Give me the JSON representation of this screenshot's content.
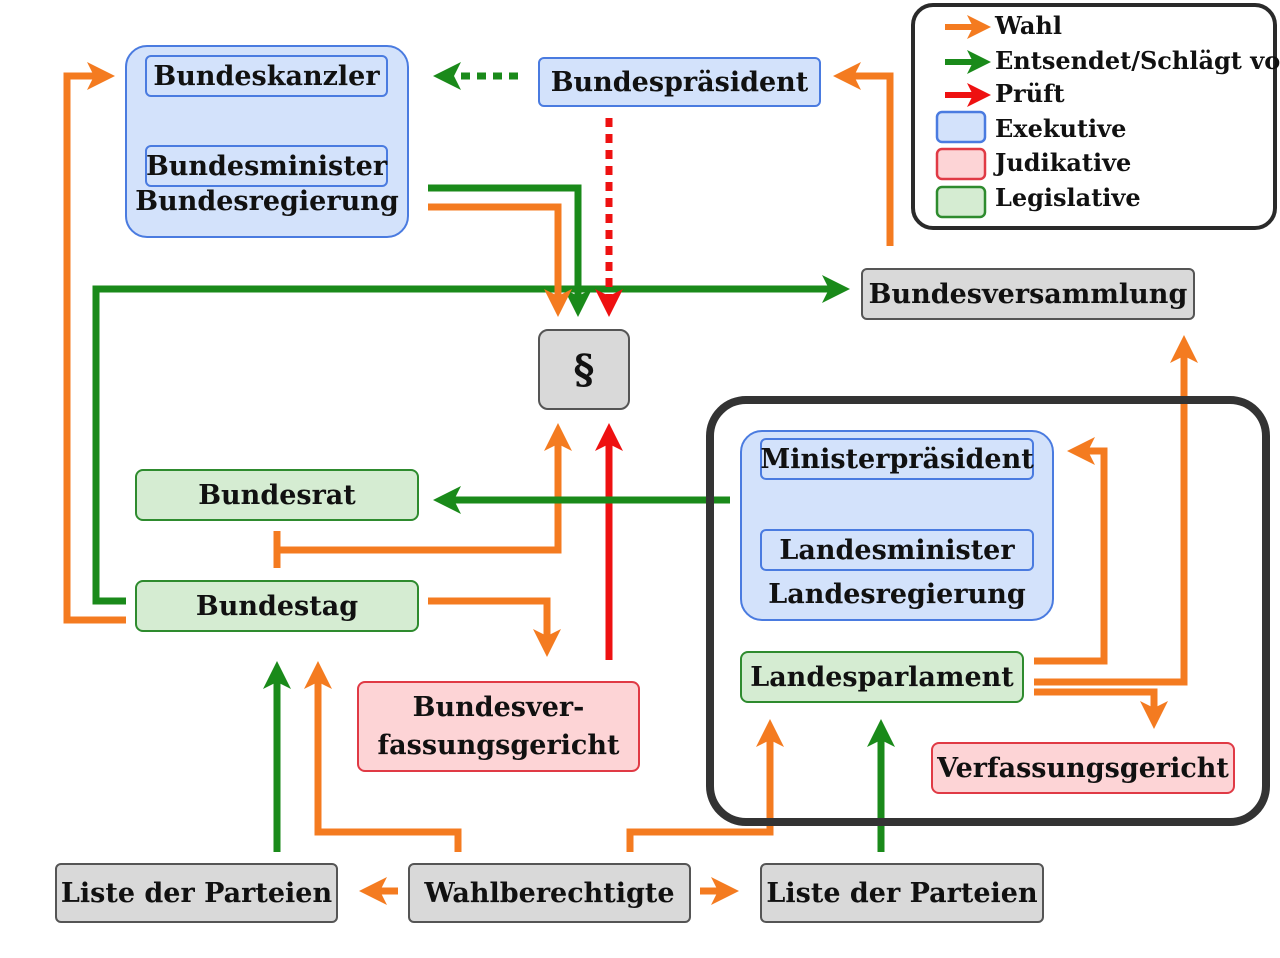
{
  "nodes": {
    "bundeskanzler": "Bundeskanzler",
    "bundesminister": "Bundesminister",
    "bundesregierung": "Bundesregierung",
    "bundespraesident": "Bundespräsident",
    "bundesversammlung": "Bundesversammlung",
    "paragraph": "§",
    "bundesrat": "Bundesrat",
    "bundestag": "Bundestag",
    "bverfg_line1": "Bundesver-",
    "bverfg_line2": "fassungsgericht",
    "ministerpraesident": "Ministerpräsident",
    "landesminister": "Landesminister",
    "landesregierung": "Landesregierung",
    "landesparlament": "Landesparlament",
    "verfassungsgericht": "Verfassungsgericht",
    "liste_links": "Liste der Parteien",
    "wahlberechtigte": "Wahlberechtigte",
    "liste_rechts": "Liste der Parteien"
  },
  "legend": {
    "items": [
      {
        "label": "Wahl",
        "kind": "arrow",
        "color": "#f47b20"
      },
      {
        "label": "Entsendet/Schlägt vor",
        "kind": "arrow",
        "color": "#1a8a1a"
      },
      {
        "label": "Prüft",
        "kind": "arrow",
        "color": "#ee1111"
      },
      {
        "label": "Exekutive",
        "kind": "swatch",
        "fill": "#d3e2fb",
        "stroke": "#4a7be0"
      },
      {
        "label": "Judikative",
        "kind": "swatch",
        "fill": "#fdd4d6",
        "stroke": "#e03a45"
      },
      {
        "label": "Legislative",
        "kind": "swatch",
        "fill": "#d5ecd2",
        "stroke": "#2e8b2e"
      }
    ]
  },
  "colors": {
    "wahl": "#f47b20",
    "entsendet": "#1a8a1a",
    "prueft": "#ee1111",
    "exekutive": "#d3e2fb",
    "judikative": "#fdd4d6",
    "legislative": "#d5ecd2"
  }
}
